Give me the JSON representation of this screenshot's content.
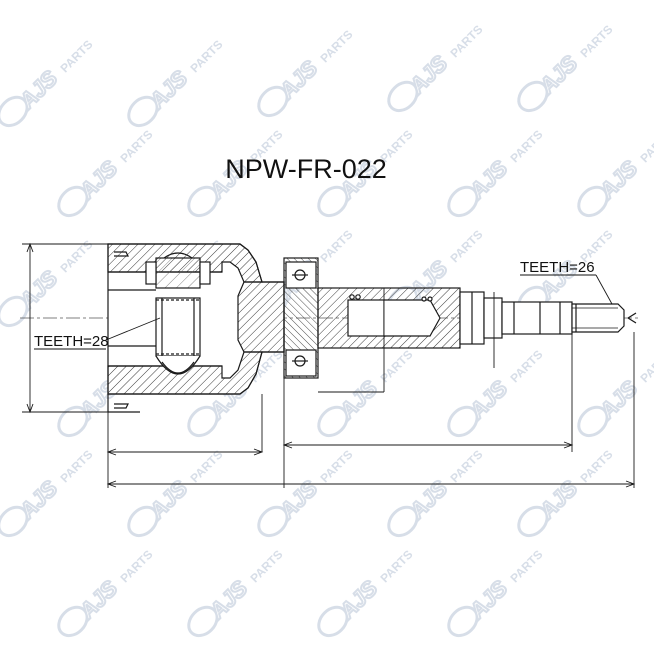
{
  "title": "NPW-FR-022",
  "labels": {
    "teeth_left": "TEETH=28",
    "teeth_right": "TEETH=26"
  },
  "watermark": {
    "brand": "AJS",
    "suffix": "PARTS",
    "color": "#b8c4d6"
  },
  "colors": {
    "line": "#1a1a1a",
    "hatch": "#3a3a3a",
    "centerline": "#555555"
  }
}
